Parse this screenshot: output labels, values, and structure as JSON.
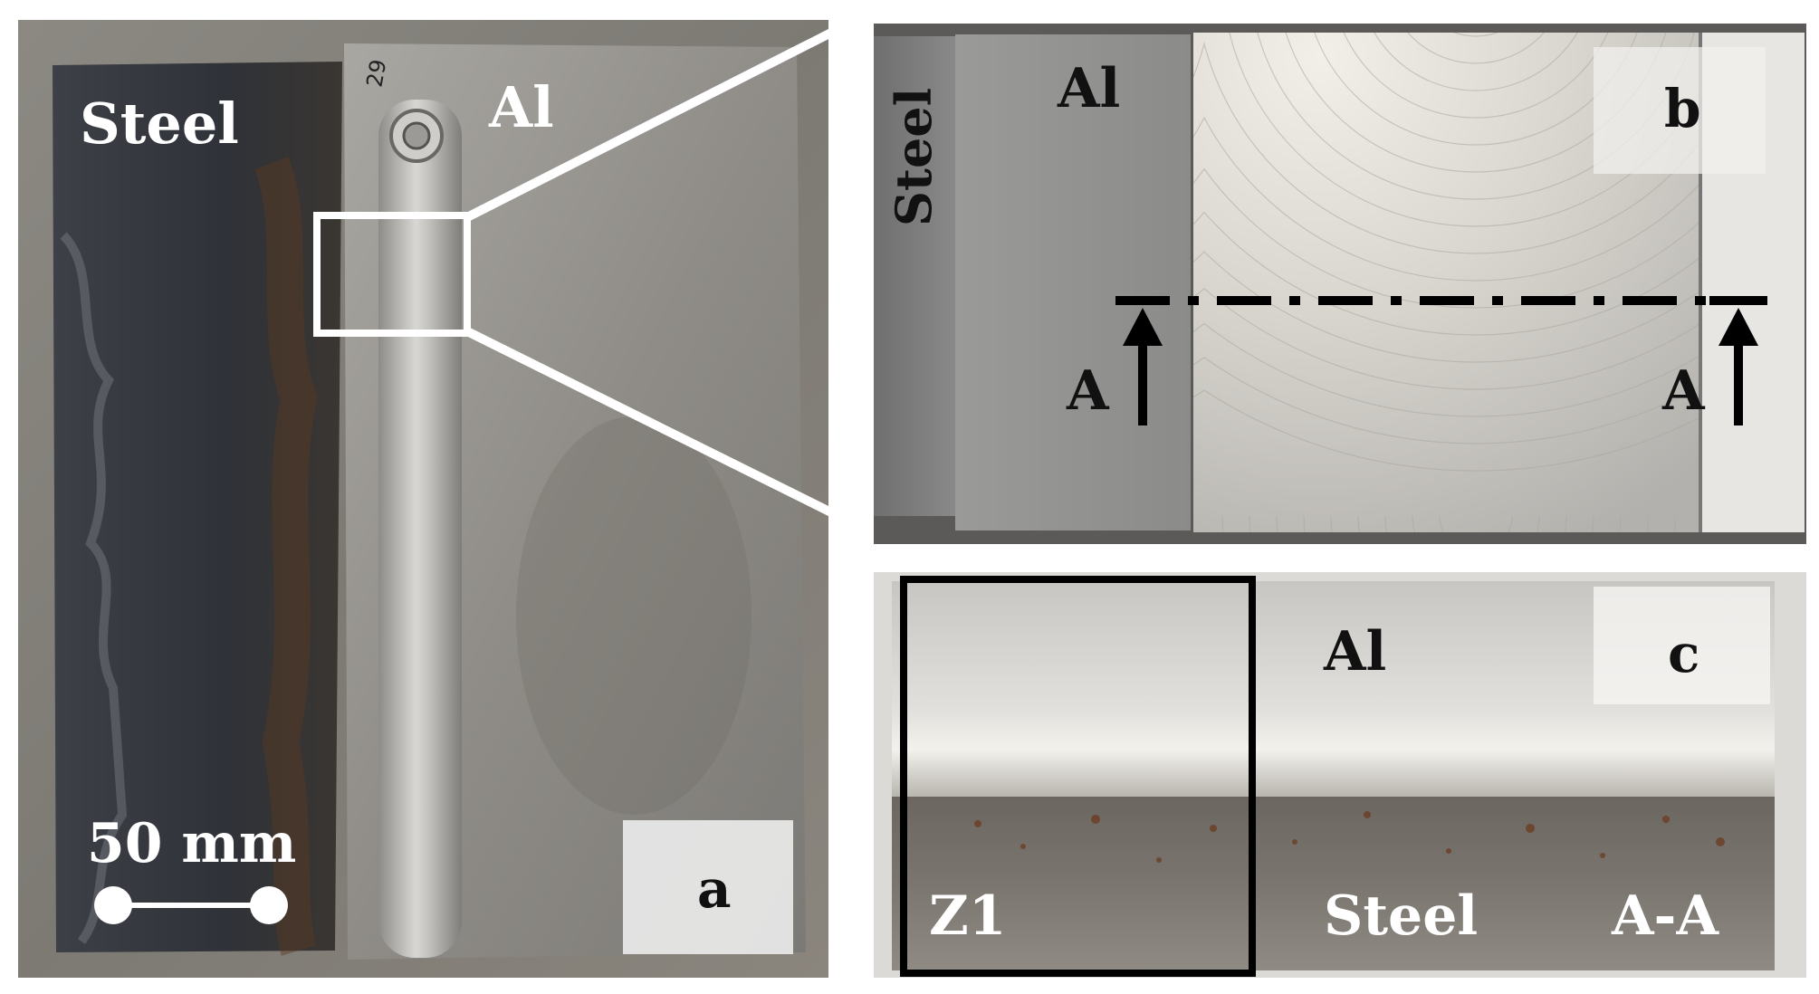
{
  "panel_a": {
    "label_steel": "Steel",
    "label_al": "Al",
    "scale_text": "50 mm",
    "panel_letter": "a",
    "weld_mark": "29"
  },
  "panel_b": {
    "label_steel": "Steel",
    "label_al": "Al",
    "panel_letter": "b",
    "section_left": "A",
    "section_right": "A"
  },
  "panel_c": {
    "label_al": "Al",
    "label_steel": "Steel",
    "label_zone": "Z1",
    "label_section": "A-A",
    "panel_letter": "c"
  }
}
